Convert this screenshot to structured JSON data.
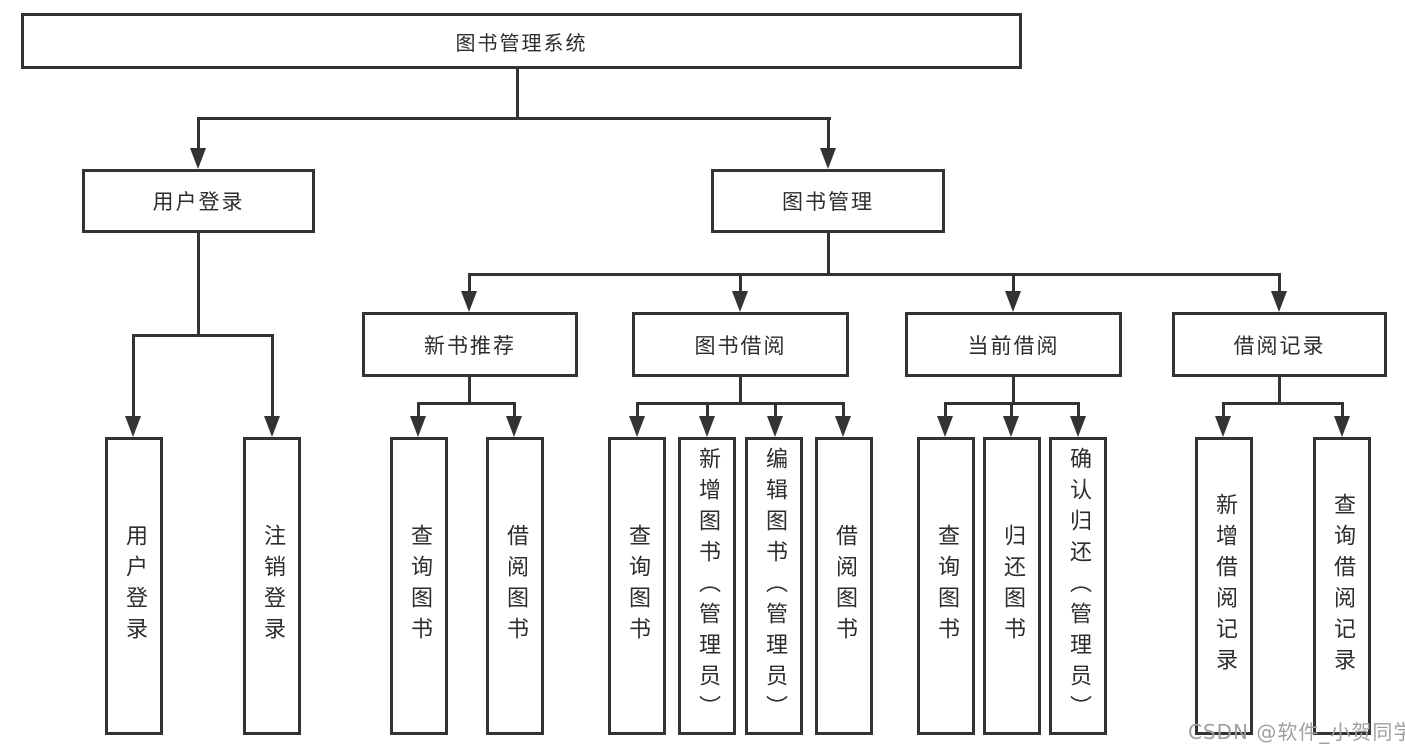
{
  "diagram": {
    "title_node": {
      "label": "图书管理系统"
    },
    "level2": [
      {
        "id": "user-login",
        "label": "用户登录"
      },
      {
        "id": "book-mgmt",
        "label": "图书管理"
      }
    ],
    "level3": [
      {
        "id": "new-books",
        "label": "新书推荐",
        "parent": "book-mgmt"
      },
      {
        "id": "book-borrow",
        "label": "图书借阅",
        "parent": "book-mgmt"
      },
      {
        "id": "current-borrow",
        "label": "当前借阅",
        "parent": "book-mgmt"
      },
      {
        "id": "borrow-records",
        "label": "借阅记录",
        "parent": "book-mgmt"
      }
    ],
    "leaves": [
      {
        "group": "user-login",
        "label": "用户登录"
      },
      {
        "group": "user-login",
        "label": "注销登录"
      },
      {
        "group": "new-books",
        "label": "查询图书"
      },
      {
        "group": "new-books",
        "label": "借阅图书"
      },
      {
        "group": "book-borrow",
        "label": "查询图书"
      },
      {
        "group": "book-borrow",
        "label": "新增图书（管理员）"
      },
      {
        "group": "book-borrow",
        "label": "编辑图书（管理员）"
      },
      {
        "group": "book-borrow",
        "label": "借阅图书"
      },
      {
        "group": "current-borrow",
        "label": "查询图书"
      },
      {
        "group": "current-borrow",
        "label": "归还图书"
      },
      {
        "group": "current-borrow",
        "label": "确认归还（管理员）"
      },
      {
        "group": "borrow-records",
        "label": "新增借阅记录"
      },
      {
        "group": "borrow-records",
        "label": "查询借阅记录"
      }
    ],
    "watermark": "CSDN @软件_小贺同学",
    "colors": {
      "line": "#333333",
      "box_border": "#333333",
      "text": "#2d2d2d",
      "watermark": "#9f9f9f",
      "background": "#ffffff"
    }
  }
}
